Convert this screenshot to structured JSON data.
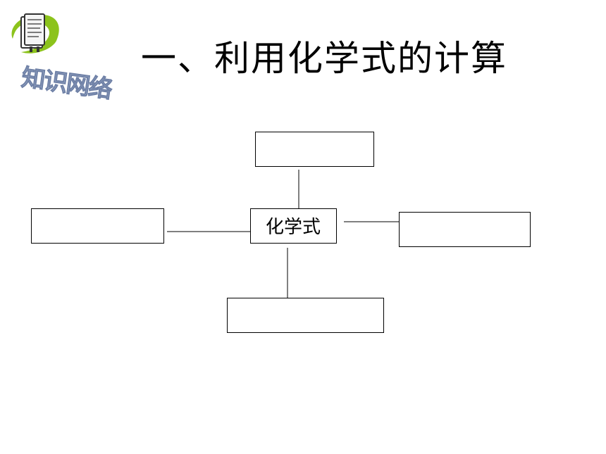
{
  "logo": {
    "text": "知识网络",
    "icon": "book-icon"
  },
  "title": "一、利用化学式的计算",
  "diagram": {
    "center": "化学式",
    "top": "",
    "left": "",
    "right": "",
    "bottom": ""
  }
}
